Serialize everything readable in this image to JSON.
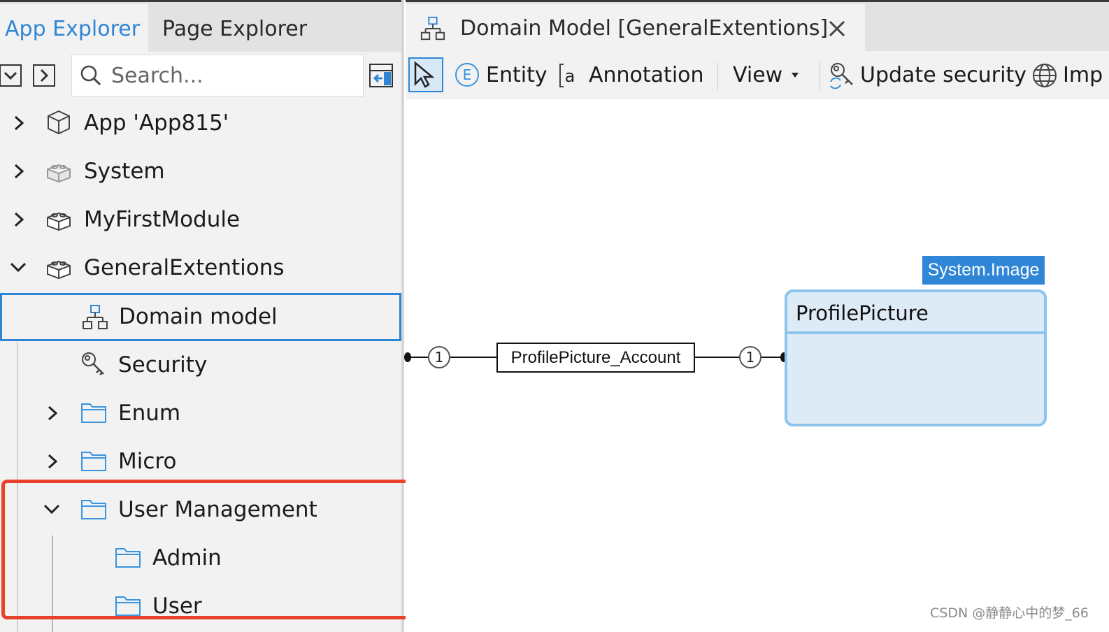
{
  "left_tabs": {
    "app_explorer": "App Explorer",
    "page_explorer": "Page Explorer"
  },
  "search": {
    "placeholder": "Search..."
  },
  "tree": {
    "app": "App 'App815'",
    "system": "System",
    "my_first_module": "MyFirstModule",
    "general_extentions": "GeneralExtentions",
    "domain_model": "Domain model",
    "security": "Security",
    "enum": "Enum",
    "micro": "Micro",
    "user_management": "User Management",
    "admin": "Admin",
    "user": "User"
  },
  "editor": {
    "tab_title": "Domain Model [GeneralExtentions]",
    "toolbar": {
      "entity": "Entity",
      "annotation": "Annotation",
      "view": "View",
      "update_security": "Update security",
      "import": "Imp"
    },
    "diagram": {
      "association": "ProfilePicture_Account",
      "multiplicity_left": "1",
      "multiplicity_right": "1",
      "generalization": "System.Image",
      "entity_name": "ProfilePicture"
    }
  },
  "watermark": "CSDN @静静心中的梦_66",
  "colors": {
    "accent": "#2f86d6",
    "entity_fill": "#ddebf7",
    "entity_border": "#8fc4ec",
    "highlight": "#e8412c"
  }
}
